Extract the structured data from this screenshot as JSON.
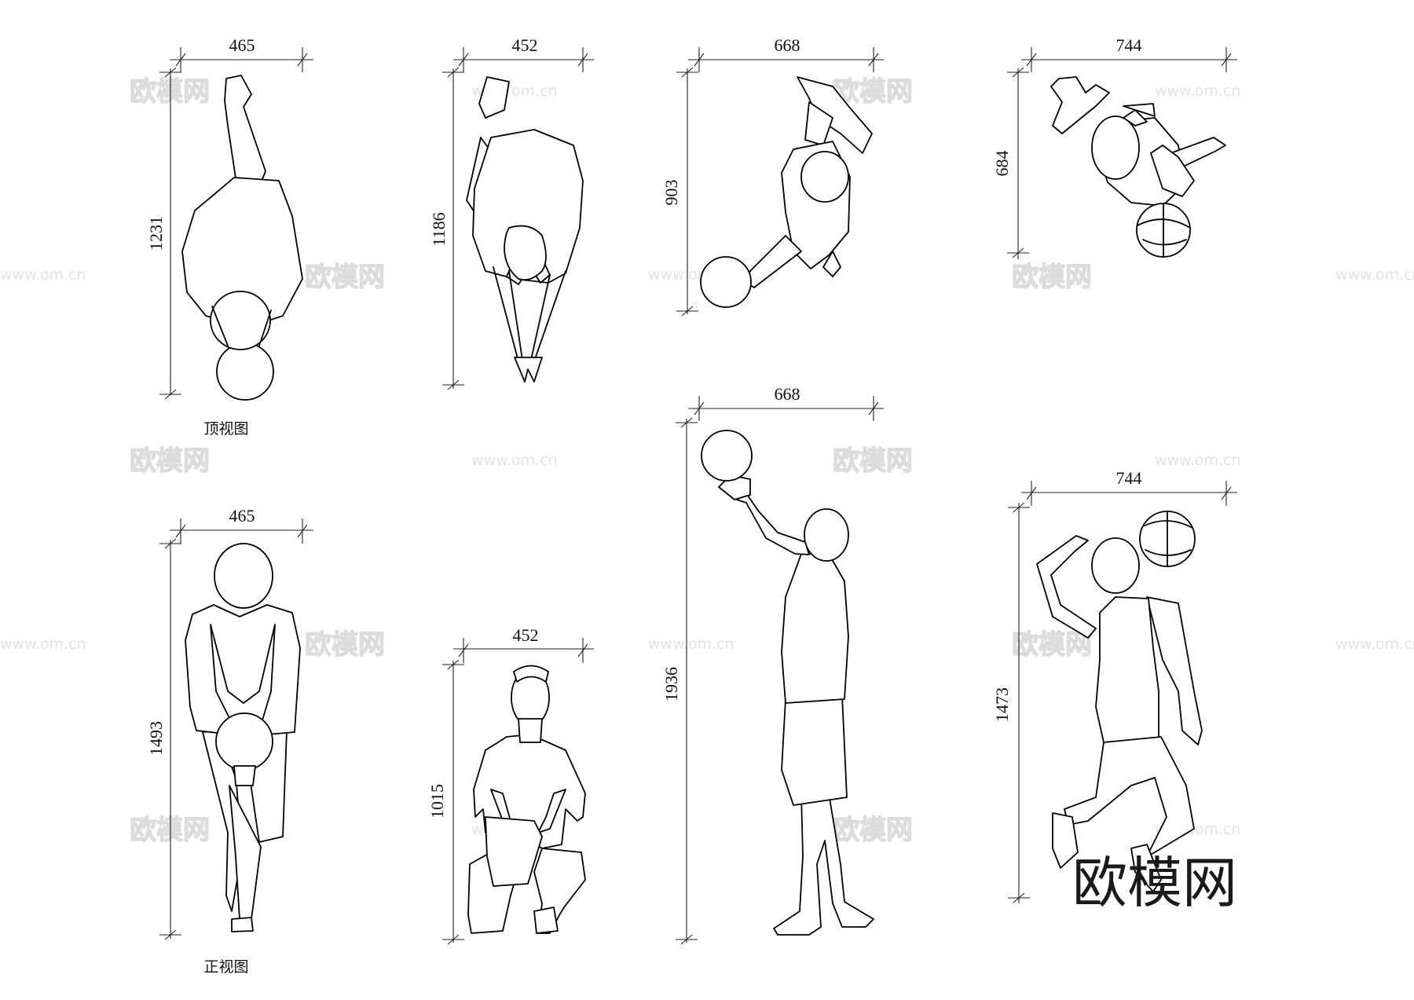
{
  "captions": {
    "top_view": "顶视图",
    "front_view": "正视图"
  },
  "brand": {
    "logo": "欧模网",
    "url": "www.om.cn"
  },
  "figures": [
    {
      "id": "top-1",
      "width": "465",
      "height": "1231"
    },
    {
      "id": "top-2",
      "width": "452",
      "height": "1186"
    },
    {
      "id": "top-3",
      "width": "668",
      "height": "903"
    },
    {
      "id": "top-4",
      "width": "744",
      "height": "684"
    },
    {
      "id": "front-1",
      "width": "465",
      "height": "1493"
    },
    {
      "id": "front-2",
      "width": "452",
      "height": "1015"
    },
    {
      "id": "front-3",
      "width": "668",
      "height": "1936"
    },
    {
      "id": "front-4",
      "width": "744",
      "height": "1473"
    }
  ]
}
